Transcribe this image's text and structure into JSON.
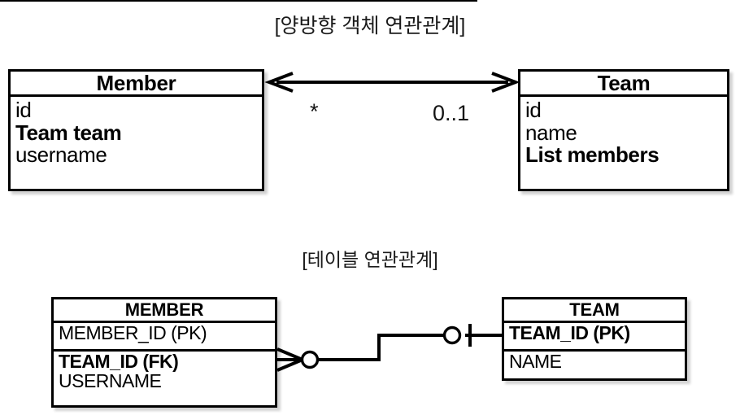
{
  "diagram": {
    "background_color": "#ffffff",
    "line_color": "#000000",
    "object_section": {
      "title": "[양방향 객체 연관관계]",
      "left_class": {
        "name": "Member",
        "attributes": [
          {
            "text": "id",
            "bold": false
          },
          {
            "text": "Team team",
            "bold": true
          },
          {
            "text": "username",
            "bold": false
          }
        ]
      },
      "right_class": {
        "name": "Team",
        "attributes": [
          {
            "text": "id",
            "bold": false
          },
          {
            "text": "name",
            "bold": false
          },
          {
            "text": "List members",
            "bold": true
          }
        ]
      },
      "association": {
        "type": "bidirectional-double-arrow",
        "left_multiplicity": "*",
        "right_multiplicity": "0..1"
      }
    },
    "table_section": {
      "title": "[테이블 연관관계]",
      "left_table": {
        "name": "MEMBER",
        "groups": [
          [
            {
              "text": "MEMBER_ID (PK)",
              "bold": false
            }
          ],
          [
            {
              "text": "TEAM_ID (FK)",
              "bold": true
            },
            {
              "text": "USERNAME",
              "bold": false
            }
          ]
        ]
      },
      "right_table": {
        "name": "TEAM",
        "groups": [
          [
            {
              "text": "TEAM_ID (PK)",
              "bold": true
            }
          ],
          [
            {
              "text": "NAME",
              "bold": false
            }
          ]
        ]
      },
      "relationship": {
        "type": "crows-foot",
        "left_cardinality": "zero-or-many",
        "right_cardinality": "zero-or-one"
      }
    }
  }
}
